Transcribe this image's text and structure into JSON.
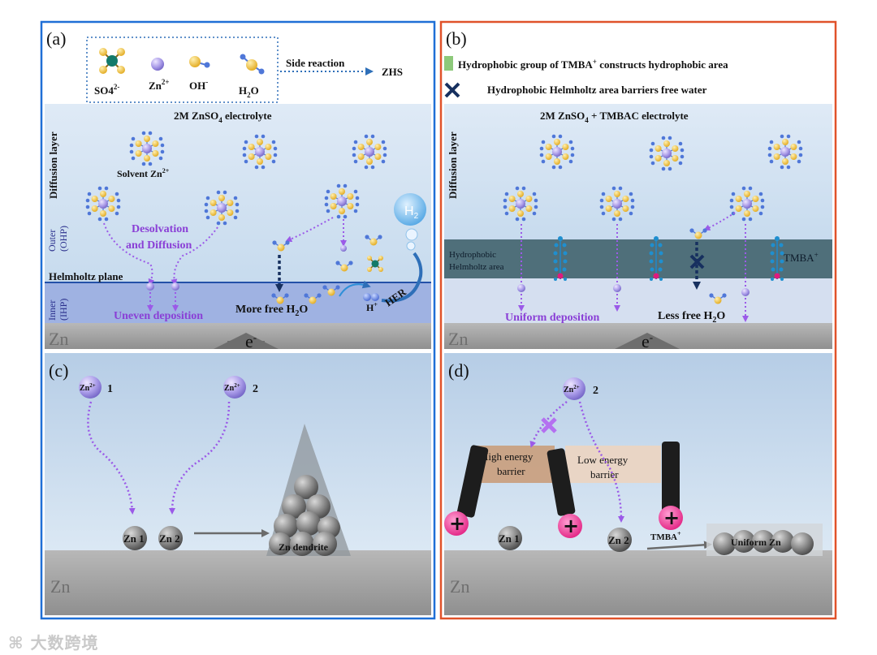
{
  "panel_a": {
    "label": "(a)",
    "legend": {
      "so4": "SO4",
      "so4_charge": "2-",
      "zn": "Zn",
      "zn_charge": "2+",
      "oh": "OH",
      "oh_charge": "-",
      "h2o_h": "H",
      "h2o_sub": "2",
      "h2o_o": "O",
      "side_reaction": "Side reaction",
      "zhs": "ZHS"
    },
    "electrolyte_pre": "2M ZnSO",
    "electrolyte_sub": "4",
    "electrolyte_post": " electrolyte",
    "diffusion_layer": "Diffusion layer",
    "solvent_zn": "Solvent Zn",
    "solvent_zn_charge": "2+",
    "outer_ohp": "Outer",
    "outer_ohp2": "(OHP)",
    "desolvation_1": "Desolvation",
    "desolvation_2": "and Diffusion",
    "helmholtz_plane": "Helmholtz plane",
    "inner_ihp": "Inner",
    "inner_ihp2": "(IHP)",
    "uneven": "Uneven deposition",
    "more_free_pre": "More free H",
    "more_free_sub": "2",
    "more_free_post": "O",
    "h_plus": "H",
    "h_plus_charge": "+",
    "her": "HER",
    "h2_bubble": "H",
    "h2_sub": "2",
    "zn_substrate": "Zn",
    "electron": "e",
    "electron_charge": "-"
  },
  "panel_b": {
    "label": "(b)",
    "legend_1": "Hydrophobic group of TMBA",
    "legend_1_charge": "+",
    "legend_1_post": " constructs hydrophobic area",
    "legend_2": "Hydrophobic Helmholtz area barriers free water",
    "electrolyte_pre": "2M ZnSO",
    "electrolyte_sub": "4",
    "electrolyte_post": " + TMBAC electrolyte",
    "diffusion_layer": "Diffusion layer",
    "hydrophobic_1": "Hydrophobic",
    "hydrophobic_2": "Helmholtz area",
    "tmba": "TMBA",
    "tmba_charge": "+",
    "uniform_deposition": "Uniform deposition",
    "less_free_pre": "Less free H",
    "less_free_sub": "2",
    "less_free_post": "O",
    "zn_substrate": "Zn",
    "electron": "e",
    "electron_charge": "-"
  },
  "panel_c": {
    "label": "(c)",
    "zn_ion_1": "Zn",
    "zn_ion_1_charge": "2+",
    "zn_ion_1_num": "1",
    "zn_ion_2": "Zn",
    "zn_ion_2_charge": "2+",
    "zn_ion_2_num": "2",
    "zn_1": "Zn 1",
    "zn_2": "Zn 2",
    "dendrite": "Zn dendrite",
    "zn_substrate": "Zn"
  },
  "panel_d": {
    "label": "(d)",
    "zn_ion_2": "Zn",
    "zn_ion_2_charge": "2+",
    "zn_ion_2_num": "2",
    "high_1": "High energy",
    "high_2": "barrier",
    "low_1": "Low energy",
    "low_2": "barrier",
    "zn_1": "Zn 1",
    "zn_2": "Zn 2",
    "tmba": "TMBA",
    "tmba_charge": "+",
    "uniform_zn": "Uniform Zn",
    "zn_substrate": "Zn"
  },
  "watermark": "大数跨境",
  "colors": {
    "panel_a_border": "#1f6fd6",
    "panel_b_border": "#e0522a",
    "diffusion_bg": "#cfe2f2",
    "ihp_bg": "#9fb2e2",
    "substrate": "#9a9a9a",
    "hydrophobic_band": "#4f6f7a",
    "purple_accent": "#8a3fd6",
    "legend_green": "#8dc97a",
    "legend_navy": "#17305f"
  }
}
